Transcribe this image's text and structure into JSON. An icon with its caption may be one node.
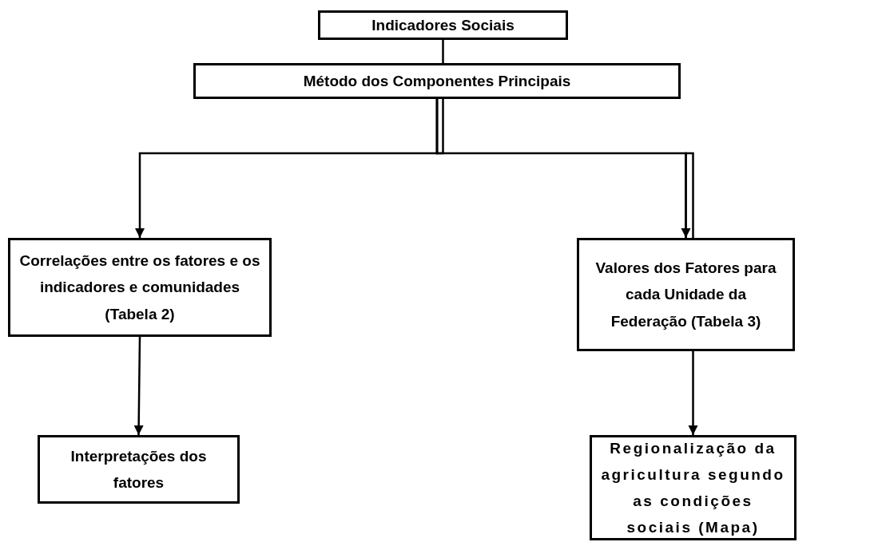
{
  "diagram": {
    "nodes": [
      {
        "text": [
          "Indicadores Sociais"
        ]
      },
      {
        "text": [
          "Método dos Componentes Principais"
        ]
      },
      {
        "text": [
          "Correlações entre os fatores e os indicadores e comunidades (Tabela 2)"
        ]
      },
      {
        "text": [
          "Valores dos Fatores para cada Unidade da Federação (Tabela 3)"
        ]
      },
      {
        "text": [
          "Interpretações dos fatores"
        ]
      },
      {
        "text": [
          "Regionalização da agricultura segundo as condições sociais (Mapa)"
        ]
      }
    ],
    "edges": [
      {
        "from": 0,
        "to": 1,
        "arrow": "to"
      },
      {
        "from": 1,
        "to": 2,
        "arrow": "to"
      },
      {
        "from": 1,
        "to": 3,
        "arrow": "to"
      },
      {
        "from": 2,
        "to": 4,
        "arrow": "to"
      },
      {
        "from": 3,
        "to": 5,
        "arrow": "to"
      }
    ]
  }
}
